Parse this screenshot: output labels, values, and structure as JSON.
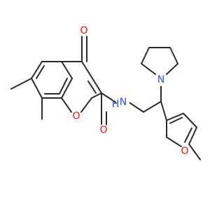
{
  "diagram": {
    "type": "chemical-structure",
    "atoms": {
      "ketone_o": {
        "text": "O",
        "color": "#ff0d0d"
      },
      "ring_o": {
        "text": "O",
        "color": "#ff0d0d"
      },
      "amide_o": {
        "text": "O",
        "color": "#ff0d0d"
      },
      "amide_n": {
        "text": "N",
        "color": "#3050f8"
      },
      "amide_h": {
        "text": "H",
        "color": "#3050f8"
      },
      "pyrrolidine_n": {
        "text": "N",
        "color": "#3050f8"
      },
      "furan_o": {
        "text": "O",
        "color": "#ff0d0d"
      }
    }
  }
}
